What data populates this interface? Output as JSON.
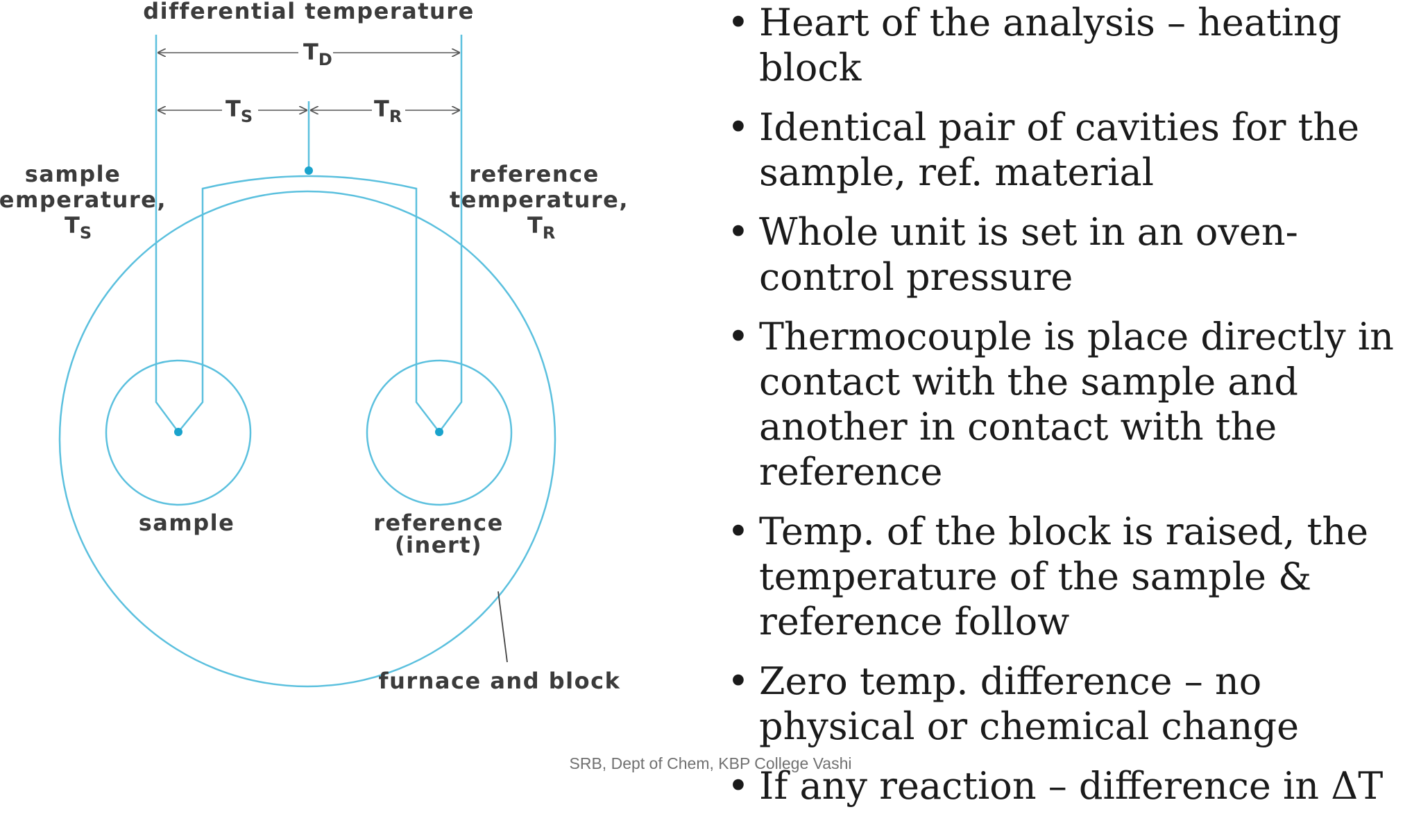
{
  "diagram": {
    "top_label": "differential temperature",
    "td_main": "T",
    "td_sub": "D",
    "ts_main": "T",
    "ts_sub": "S",
    "tr_main": "T",
    "tr_sub": "R",
    "sample_temp_line1": "sample",
    "sample_temp_line2": "temperature,",
    "sample_temp_sym_main": "T",
    "sample_temp_sym_sub": "S",
    "ref_temp_line1": "reference",
    "ref_temp_line2": "temperature,",
    "ref_temp_sym_main": "T",
    "ref_temp_sym_sub": "R",
    "sample_label": "sample",
    "reference_label_line1": "reference",
    "reference_label_line2": "(inert)",
    "furnace_label": "furnace and block",
    "line_color": "#5bc0de",
    "junction_color": "#1aa3cc"
  },
  "bullets": [
    "Heart of the analysis – heating block",
    "Identical pair of cavities for the sample, ref. material",
    "Whole unit is set in an oven- control pressure",
    "Thermocouple is place directly in contact with the sample and another in contact with the reference",
    "Temp. of the block is raised, the temperature of the sample & reference follow",
    "Zero temp. difference – no physical or chemical change",
    "If any reaction – difference in ΔT"
  ],
  "bullet_symbol": "•",
  "footer": "SRB, Dept of Chem, KBP College Vashi"
}
